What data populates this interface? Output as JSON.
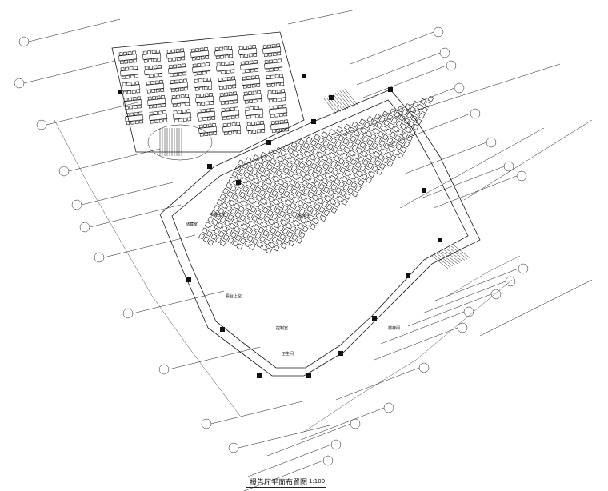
{
  "drawing": {
    "title": "报告厅平面布置图",
    "scale": "1:100",
    "room_labels": {
      "main_hall": "报告厅",
      "balcony_top": "看台上空",
      "lobby_void": "中庭上空",
      "aux_room": "储藏室",
      "control_room": "控制室",
      "stair_hall": "楼梯间",
      "toilet": "卫生间"
    }
  },
  "colors": {
    "line": "#1a1a1a",
    "background": "#ffffff"
  }
}
